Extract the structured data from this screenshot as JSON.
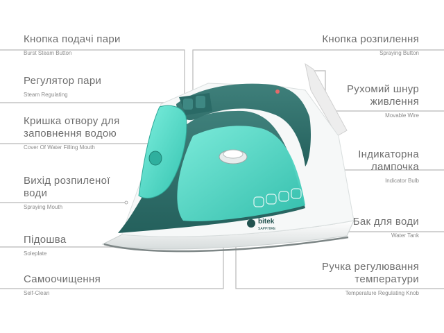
{
  "parts": {
    "burst_steam_button": {
      "ua": "Кнопка подачі пари",
      "en": "Burst Steam Button"
    },
    "steam_regulating": {
      "ua": "Регулятор пари",
      "en": "Steam Regulating"
    },
    "water_filling_cover": {
      "ua": "Кришка отвору для заповнення водою",
      "en": "Cover Of Water Filling Mouth"
    },
    "spraying_mouth": {
      "ua": "Вихід розпиленої води",
      "en": "Spraying Mouth"
    },
    "soleplate": {
      "ua": "Підошва",
      "en": "Soleplate"
    },
    "self_clean": {
      "ua": "Самоочищення",
      "en": "Self-Clean"
    },
    "spraying_button": {
      "ua": "Кнопка розпилення",
      "en": "Spraying Button"
    },
    "movable_wire": {
      "ua": "Рухомий шнур живлення",
      "en": "Movable Wire"
    },
    "indicator_bulb": {
      "ua": "Індикаторна лампочка",
      "en": "Indicator Bulb"
    },
    "water_tank": {
      "ua": "Бак для води",
      "en": "Water Tank"
    },
    "temperature_knob": {
      "ua": "Ручка регулювання температури",
      "en": "Temperature Regulating Knob"
    }
  },
  "brand": {
    "name": "bitek",
    "model": "SAPPHIRE"
  },
  "colors": {
    "label_text": "#6e6e6e",
    "line": "#b5b5b5",
    "iron_dark": "#2f6f6b",
    "iron_turquoise": "#4fd6c4",
    "iron_white": "#f4f7f7"
  }
}
